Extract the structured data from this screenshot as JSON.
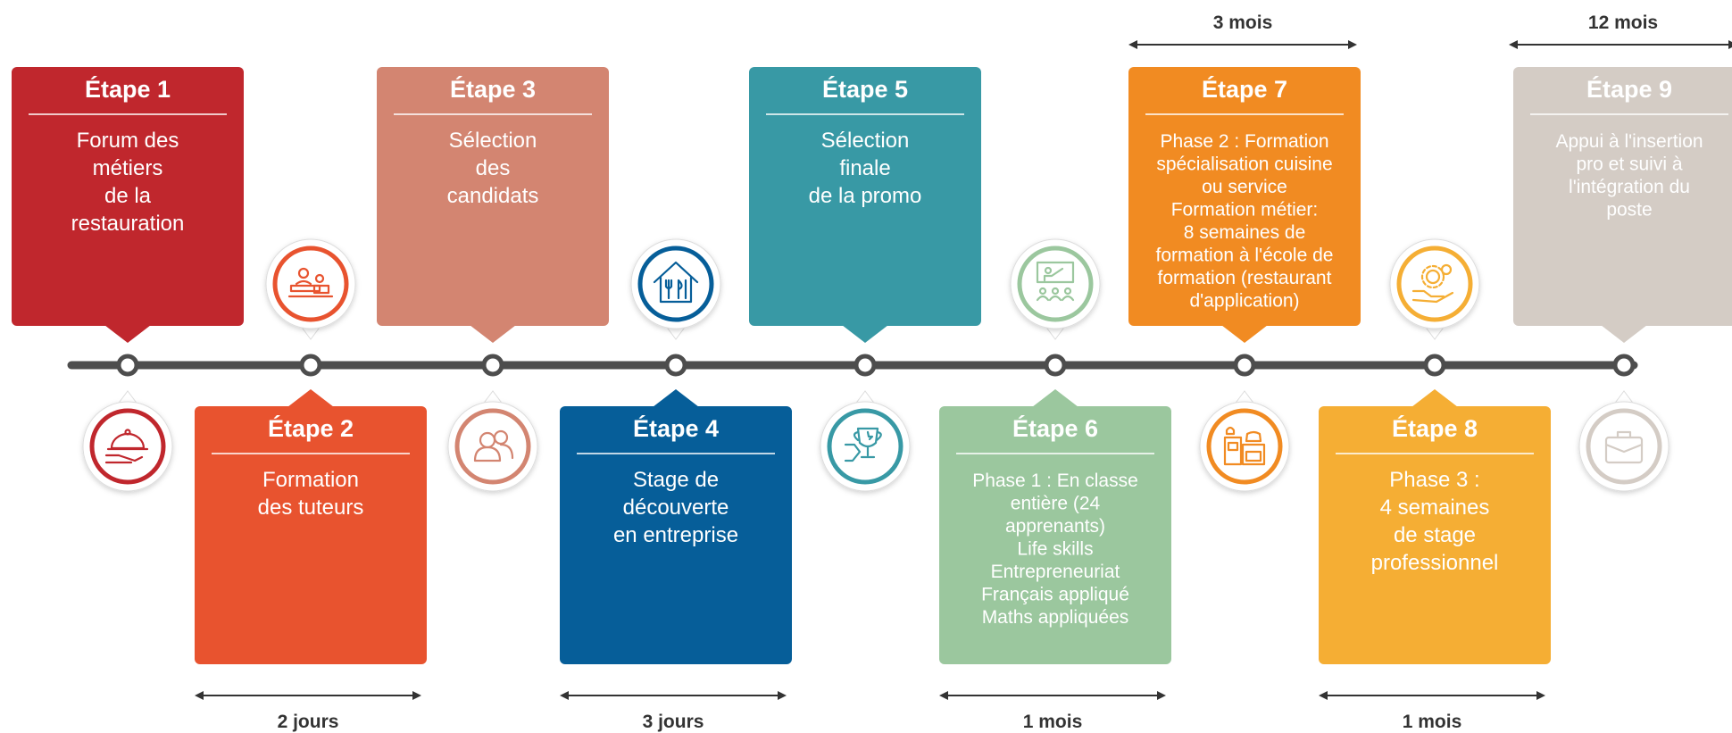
{
  "steps": [
    {
      "title": "Étape 1",
      "lines": [
        "Forum des",
        "métiers",
        "de la",
        "restauration"
      ],
      "color": "#c0272d",
      "icon": "serving-cloche-icon",
      "duration": ""
    },
    {
      "title": "Étape 2",
      "lines": [
        "Formation",
        "des tuteurs"
      ],
      "color": "#e8532f",
      "icon": "tutor-desk-icon",
      "duration": "2 jours"
    },
    {
      "title": "Étape 3",
      "lines": [
        "Sélection",
        "des",
        "candidats"
      ],
      "color": "#d38571",
      "icon": "people-icon",
      "duration": ""
    },
    {
      "title": "Étape 4",
      "lines": [
        "Stage de",
        "découverte",
        "en entreprise"
      ],
      "color": "#065e99",
      "icon": "restaurant-house-icon",
      "duration": "3 jours"
    },
    {
      "title": "Étape 5",
      "lines": [
        "Sélection",
        "finale",
        "de la promo"
      ],
      "color": "#3899a5",
      "icon": "trophy-hand-icon",
      "duration": ""
    },
    {
      "title": "Étape 6",
      "lines": [
        "Phase 1 : En classe",
        "entière (24",
        "apprenants)",
        "Life skills",
        "Entrepreneuriat",
        "Français appliqué",
        "Maths appliquées"
      ],
      "color": "#9bc79e",
      "icon": "classroom-icon",
      "duration": "1 mois"
    },
    {
      "title": "Étape 7",
      "lines": [
        "Phase 2 : Formation",
        "spécialisation cuisine",
        "ou service",
        "Formation métier:",
        "8 semaines de",
        "formation à l'école de",
        "formation (restaurant",
        "d'application)"
      ],
      "color": "#f18b22",
      "icon": "kitchen-icon",
      "duration": "3 mois"
    },
    {
      "title": "Étape 8",
      "lines": [
        "Phase 3 :",
        "4 semaines",
        "de stage",
        "professionnel"
      ],
      "color": "#f5ae34",
      "icon": "gear-hand-icon",
      "duration": "1 mois"
    },
    {
      "title": "Étape 9",
      "lines": [
        "Appui à l'insertion",
        "pro et suivi à",
        "l'intégration du",
        "poste"
      ],
      "color": "#d4ccc5",
      "icon": "briefcase-icon",
      "duration": "12 mois"
    }
  ],
  "timeline_color": "#4d4d4d"
}
